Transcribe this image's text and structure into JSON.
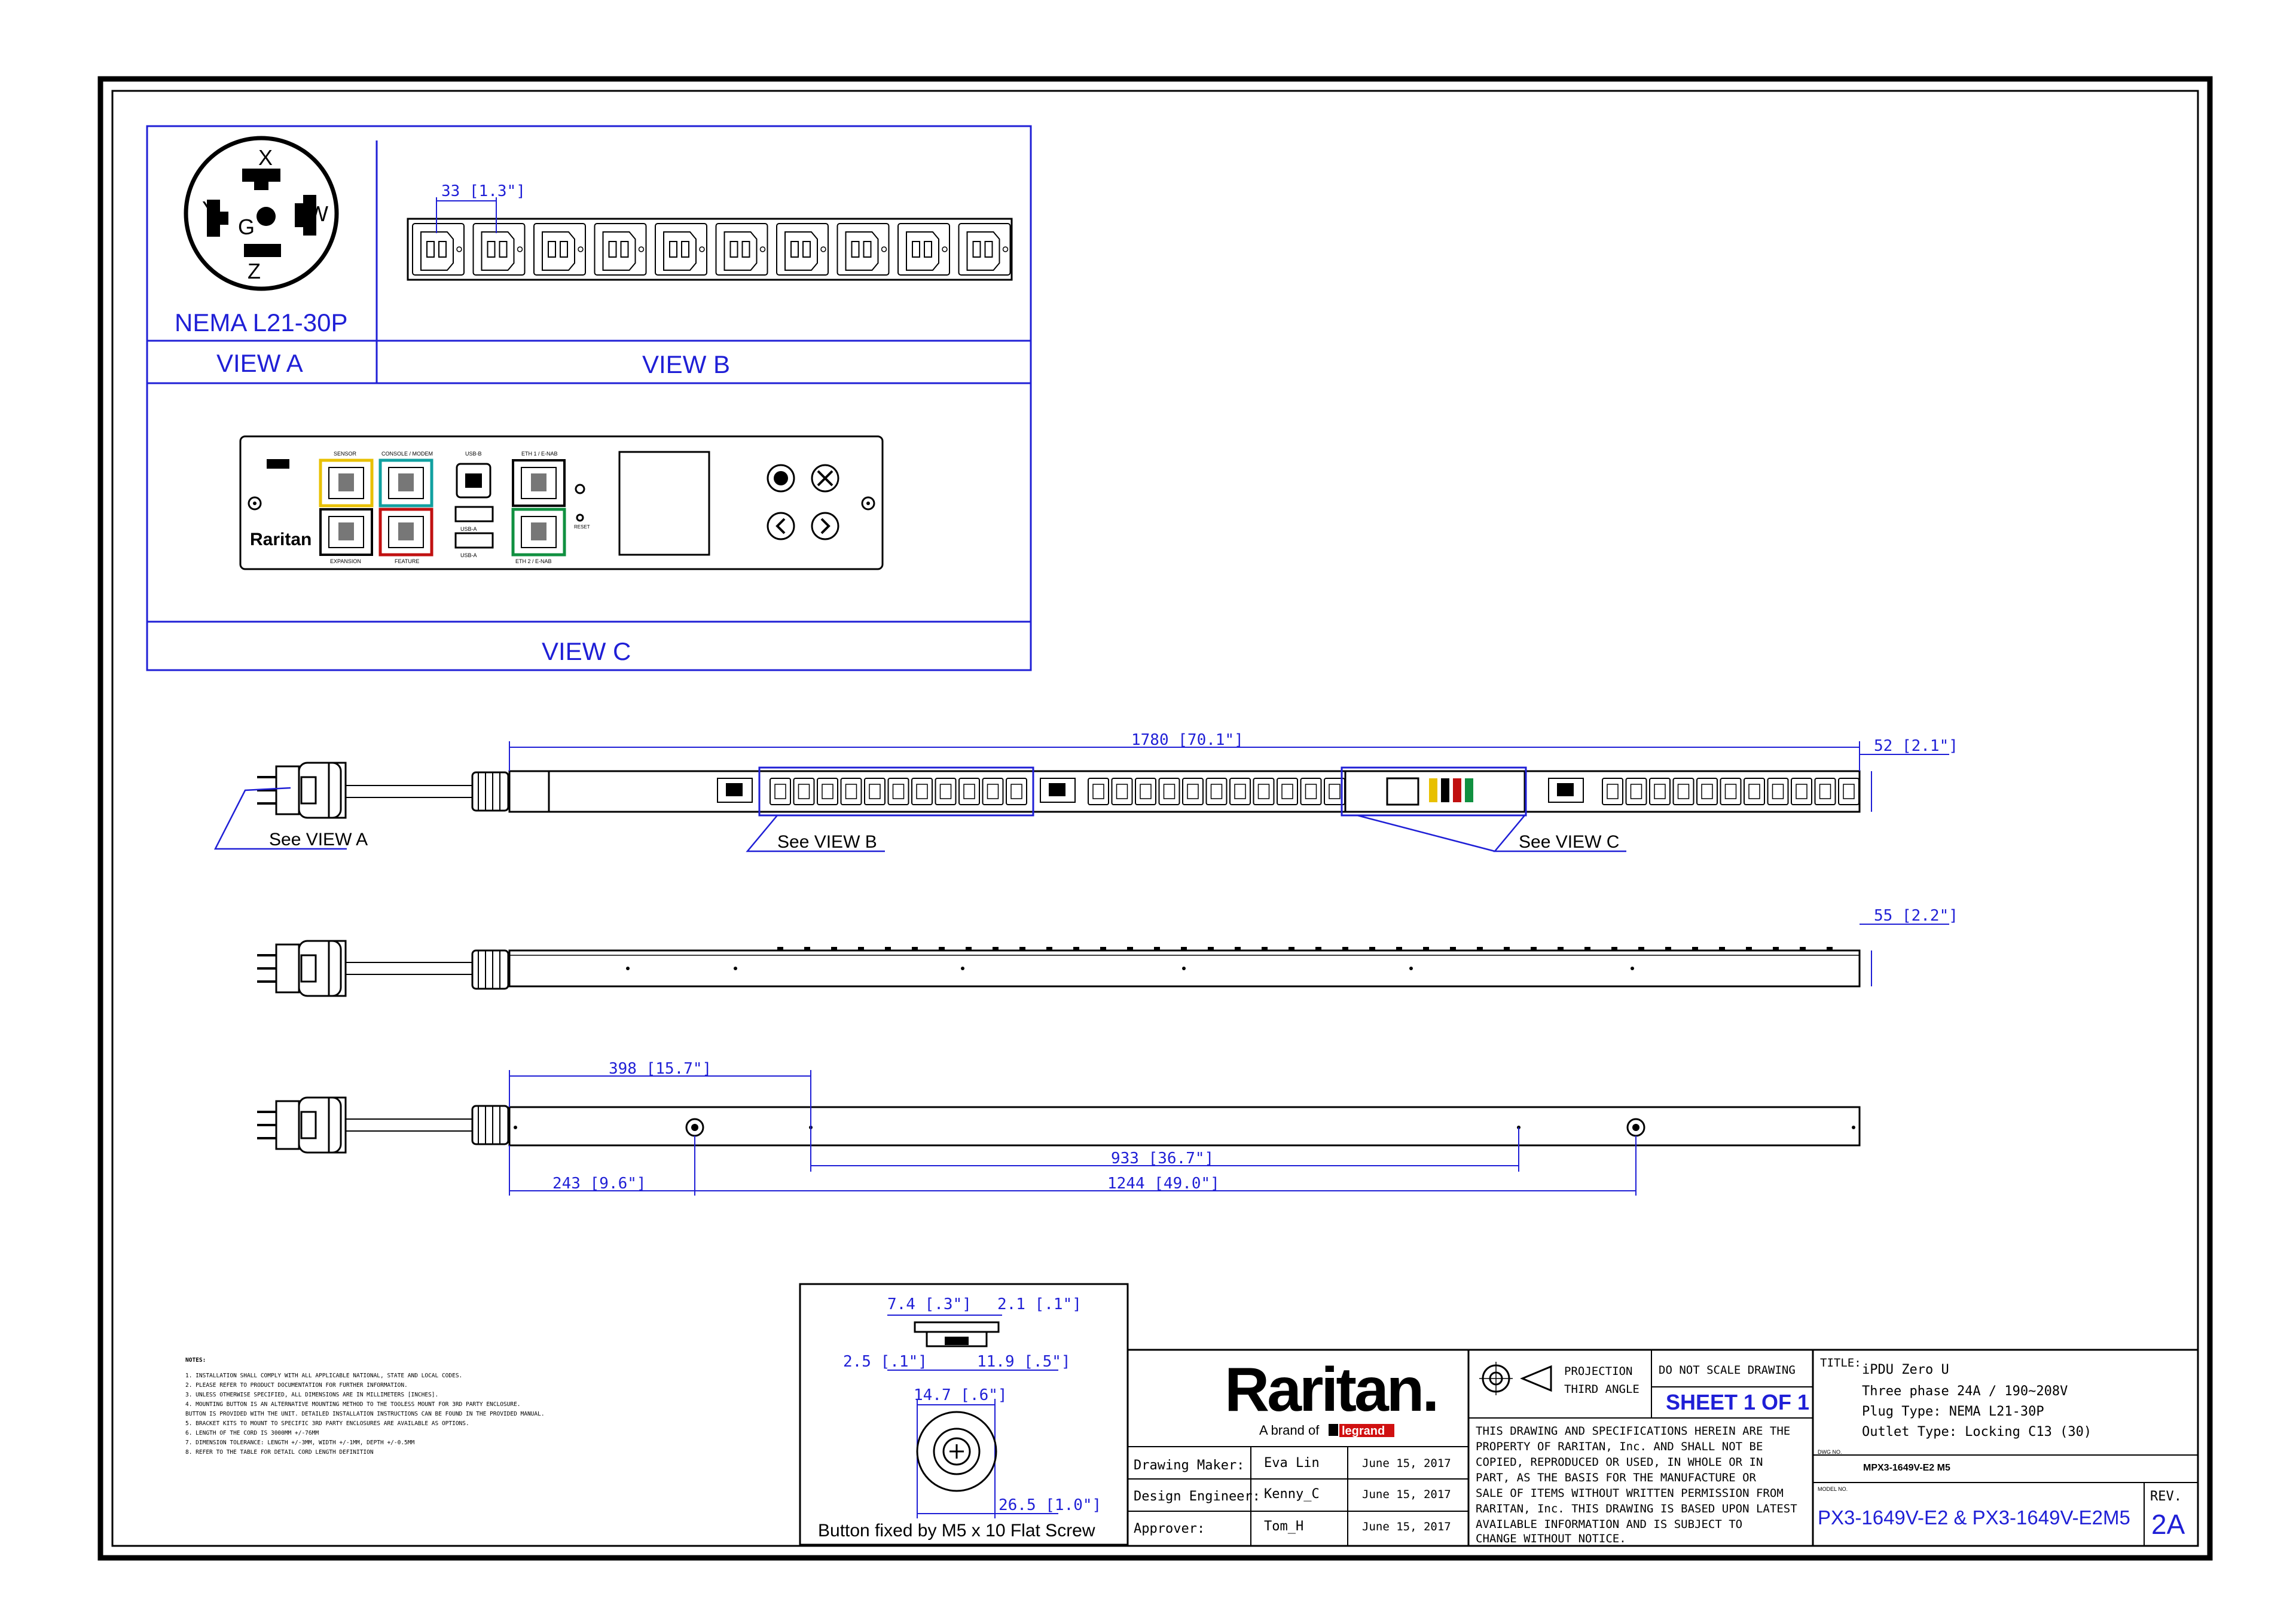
{
  "view_a": {
    "plug_letters": {
      "x": "X",
      "y": "Y",
      "g": "G",
      "w": "W",
      "z": "Z"
    },
    "plug_name": "NEMA L21-30P",
    "caption": "VIEW A"
  },
  "view_b": {
    "dim": "33 [1.3\"]",
    "caption": "VIEW B"
  },
  "view_c": {
    "caption": "VIEW C",
    "brand": "Raritan",
    "ports": {
      "sensor": "SENSOR",
      "console": "CONSOLE / MODEM",
      "usb_b": "USB-B",
      "eth1": "ETH 1 / E-NAB",
      "expansion": "EXPANSION",
      "feature": "FEATURE",
      "usb_a1": "USB-A",
      "usb_a2": "USB-A",
      "eth2": "ETH 2 / E-NAB",
      "reset": "RESET"
    }
  },
  "front": {
    "length_dim": "1780 [70.1\"]",
    "depth_dim": "52 [2.1\"]",
    "see_a": "See VIEW A",
    "see_b": "See VIEW B",
    "see_c": "See VIEW C"
  },
  "side": {
    "width_dim": "55 [2.2\"]"
  },
  "back": {
    "dim_398": "398 [15.7\"]",
    "dim_933": "933 [36.7\"]",
    "dim_243": "243 [9.6\"]",
    "dim_1244": "1244 [49.0\"]"
  },
  "button_detail": {
    "d1": "7.4 [.3\"]",
    "d2": "2.1 [.1\"]",
    "d3": "2.5 [.1\"]",
    "d4": "11.9 [.5\"]",
    "d5": "14.7 [.6\"]",
    "d6": "26.5 [1.0\"]",
    "caption": "Button fixed by M5 x 10 Flat Screw"
  },
  "notes": {
    "title": "NOTES:",
    "lines": [
      "1. INSTALLATION SHALL COMPLY WITH ALL APPLICABLE NATIONAL, STATE AND LOCAL CODES.",
      "2. PLEASE REFER TO PRODUCT DOCUMENTATION FOR FURTHER INFORMATION.",
      "3. UNLESS OTHERWISE SPECIFIED, ALL DIMENSIONS ARE IN MILLIMETERS [INCHES].",
      "4. MOUNTING BUTTON IS AN ALTERNATIVE MOUNTING METHOD TO THE TOOLESS MOUNT FOR 3RD PARTY ENCLOSURE.",
      "   BUTTON IS PROVIDED WITH THE UNIT. DETAILED INSTALLATION INSTRUCTIONS CAN BE FOUND IN THE PROVIDED MANUAL.",
      "5. BRACKET KITS TO MOUNT TO SPECIFIC 3RD PARTY ENCLOSURES ARE AVAILABLE AS OPTIONS.",
      "6. LENGTH OF THE CORD IS 3000MM +/-76MM",
      "7. DIMENSION TOLERANCE: LENGTH +/-3MM, WIDTH +/-1MM, DEPTH +/-0.5MM",
      "8. REFER TO THE TABLE FOR DETAIL CORD LENGTH DEFINITION"
    ]
  },
  "title_block": {
    "logo": "Raritan.",
    "logo_sub": "A brand of",
    "logo_legrand": "legrand",
    "rows": [
      {
        "role": "Drawing Maker:",
        "name": "Eva Lin",
        "date": "June 15, 2017"
      },
      {
        "role": "Design Engineer:",
        "name": "Kenny_C",
        "date": "June 15, 2017"
      },
      {
        "role": "Approver:",
        "name": "Tom_H",
        "date": "June 15, 2017"
      }
    ],
    "projection_1": "PROJECTION",
    "projection_2": "THIRD ANGLE",
    "no_scale": "DO NOT SCALE DRAWING",
    "sheet": "SHEET 1 OF 1",
    "disclaimer": [
      "THIS DRAWING AND SPECIFICATIONS HEREIN ARE THE",
      "PROPERTY OF RARITAN, Inc. AND SHALL NOT BE",
      "COPIED, REPRODUCED OR USED, IN WHOLE OR IN",
      "PART, AS THE BASIS FOR THE MANUFACTURE OR",
      "SALE OF ITEMS WITHOUT WRITTEN PERMISSION FROM",
      "RARITAN, Inc. THIS DRAWING IS BASED UPON LATEST",
      "AVAILABLE INFORMATION AND IS SUBJECT TO",
      "CHANGE WITHOUT NOTICE."
    ],
    "title_label": "TITLE:",
    "title_lines": [
      "iPDU Zero U",
      "Three phase 24A / 190~208V",
      "Plug Type: NEMA L21-30P",
      "Outlet Type: Locking C13 (30)"
    ],
    "dwg_label": "DWG NO.",
    "dwg_no": "MPX3-1649V-E2 M5",
    "model_label": "MODEL NO.",
    "model_no": "PX3-1649V-E2 & PX3-1649V-E2M5",
    "rev_label": "REV.",
    "rev": "2A"
  }
}
